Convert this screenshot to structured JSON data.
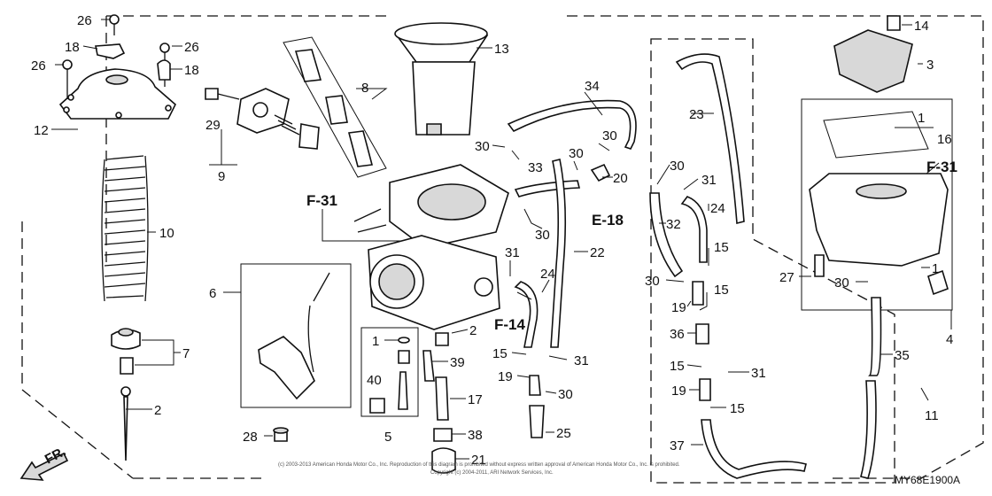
{
  "diagram": {
    "code": "MY68E1900A",
    "direction_label": "FR.",
    "copyright_line1": "(c) 2003-2013 American Honda Motor Co., Inc. Reproduction of this diagram is prohibited without express written approval of American Honda Motor Co., Inc. is prohibited.",
    "copyright_line2": "Copyright (c) 2004-2011, ARI Network Services, Inc.",
    "callouts": [
      {
        "id": "c26a",
        "text": "26"
      },
      {
        "id": "c18a",
        "text": "18"
      },
      {
        "id": "c26b",
        "text": "26"
      },
      {
        "id": "c18b",
        "text": "18"
      },
      {
        "id": "c26c",
        "text": "26"
      },
      {
        "id": "c12",
        "text": "12"
      },
      {
        "id": "c10",
        "text": "10"
      },
      {
        "id": "c7",
        "text": "7"
      },
      {
        "id": "c2a",
        "text": "2"
      },
      {
        "id": "c28",
        "text": "28"
      },
      {
        "id": "c29",
        "text": "29"
      },
      {
        "id": "c9",
        "text": "9"
      },
      {
        "id": "c8",
        "text": "8"
      },
      {
        "id": "c6",
        "text": "6"
      },
      {
        "id": "c13",
        "text": "13"
      },
      {
        "id": "c34",
        "text": "34"
      },
      {
        "id": "c30a",
        "text": "30"
      },
      {
        "id": "c30b",
        "text": "30"
      },
      {
        "id": "c30c",
        "text": "30"
      },
      {
        "id": "c33",
        "text": "33"
      },
      {
        "id": "c20",
        "text": "20"
      },
      {
        "id": "c30d",
        "text": "30"
      },
      {
        "id": "c22",
        "text": "22"
      },
      {
        "id": "c31a",
        "text": "31"
      },
      {
        "id": "c24a",
        "text": "24"
      },
      {
        "id": "c2b",
        "text": "2"
      },
      {
        "id": "c1a",
        "text": "1"
      },
      {
        "id": "c39",
        "text": "39"
      },
      {
        "id": "c40",
        "text": "40"
      },
      {
        "id": "c17",
        "text": "17"
      },
      {
        "id": "c5",
        "text": "5"
      },
      {
        "id": "c38",
        "text": "38"
      },
      {
        "id": "c21",
        "text": "21"
      },
      {
        "id": "c15a",
        "text": "15"
      },
      {
        "id": "c31b",
        "text": "31"
      },
      {
        "id": "c19a",
        "text": "19"
      },
      {
        "id": "c30e",
        "text": "30"
      },
      {
        "id": "c25",
        "text": "25"
      },
      {
        "id": "c23",
        "text": "23"
      },
      {
        "id": "c30f",
        "text": "30"
      },
      {
        "id": "c31c",
        "text": "31"
      },
      {
        "id": "c32",
        "text": "32"
      },
      {
        "id": "c24b",
        "text": "24"
      },
      {
        "id": "c15b",
        "text": "15"
      },
      {
        "id": "c30g",
        "text": "30"
      },
      {
        "id": "c15c",
        "text": "15"
      },
      {
        "id": "c19b",
        "text": "19"
      },
      {
        "id": "c36",
        "text": "36"
      },
      {
        "id": "c15d",
        "text": "15"
      },
      {
        "id": "c31d",
        "text": "31"
      },
      {
        "id": "c19c",
        "text": "19"
      },
      {
        "id": "c15e",
        "text": "15"
      },
      {
        "id": "c37",
        "text": "37"
      },
      {
        "id": "c14",
        "text": "14"
      },
      {
        "id": "c3",
        "text": "3"
      },
      {
        "id": "c1b",
        "text": "1"
      },
      {
        "id": "c16",
        "text": "16"
      },
      {
        "id": "c27",
        "text": "27"
      },
      {
        "id": "c30h",
        "text": "30"
      },
      {
        "id": "c1c",
        "text": "1"
      },
      {
        "id": "c4",
        "text": "4"
      },
      {
        "id": "c35",
        "text": "35"
      },
      {
        "id": "c11",
        "text": "11"
      }
    ],
    "refs": [
      {
        "id": "rF31a",
        "text": "F-31"
      },
      {
        "id": "rF31b",
        "text": "F-31"
      },
      {
        "id": "rE18",
        "text": "E-18"
      },
      {
        "id": "rF14",
        "text": "F-14"
      }
    ]
  }
}
